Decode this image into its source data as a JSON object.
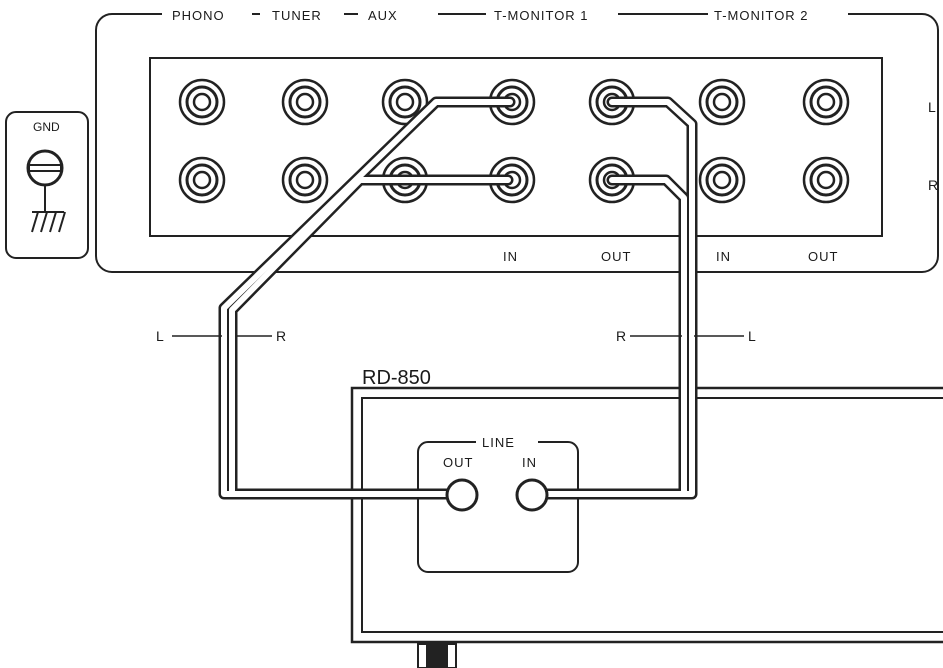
{
  "amplifier": {
    "inputs": [
      "PHONO",
      "TUNER",
      "AUX",
      "T-MONITOR 1",
      "T-MONITOR 2"
    ],
    "channels": [
      "L",
      "R"
    ],
    "jack_labels": [
      "IN",
      "OUT",
      "IN",
      "OUT"
    ],
    "ground_label": "GND"
  },
  "cables": {
    "left_pair": {
      "left": "L",
      "right": "R"
    },
    "right_pair": {
      "left": "R",
      "right": "L"
    }
  },
  "deck": {
    "model": "RD-850",
    "panel_label": "LINE",
    "out_label": "OUT",
    "in_label": "IN"
  }
}
